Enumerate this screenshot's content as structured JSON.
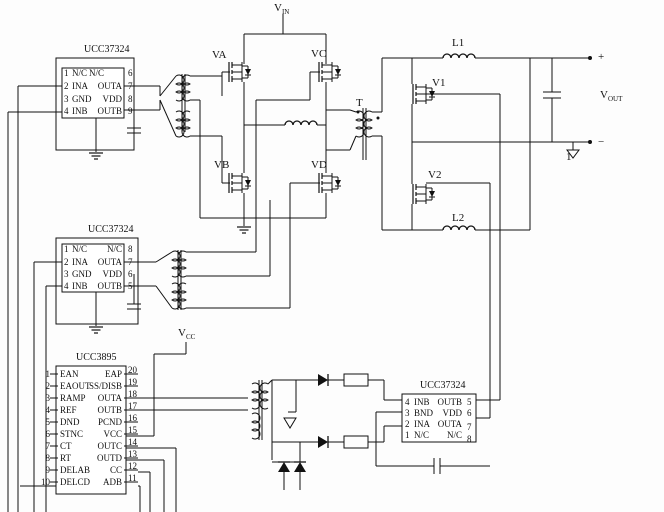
{
  "labels": {
    "vin_main": "V",
    "vin_sub": "IN",
    "vcc_main": "V",
    "vcc_sub": "CC",
    "vout_main": "V",
    "vout_sub": "OUT",
    "va": "VA",
    "vb": "VB",
    "vc": "VC",
    "vd": "VD",
    "v1": "V1",
    "v2": "V2",
    "l1": "L1",
    "l2": "L2",
    "t": "T",
    "plus": "+",
    "minus": "−",
    "ground_num": "1"
  },
  "drivers": [
    {
      "title": "UCC37324",
      "pins_left": [
        {
          "num": "1",
          "name": "N/C"
        },
        {
          "num": "2",
          "name": "INA"
        },
        {
          "num": "3",
          "name": "GND"
        },
        {
          "num": "4",
          "name": "INB"
        }
      ],
      "pins_right": [
        {
          "num": "6",
          "name": "N/C"
        },
        {
          "num": "7",
          "name": "OUTA"
        },
        {
          "num": "8",
          "name": "VDD"
        },
        {
          "num": "9",
          "name": "OUTB"
        }
      ]
    },
    {
      "title": "UCC37324",
      "pins_left": [
        {
          "num": "1",
          "name": "N/C"
        },
        {
          "num": "2",
          "name": "INA"
        },
        {
          "num": "3",
          "name": "GND"
        },
        {
          "num": "4",
          "name": "INB"
        }
      ],
      "pins_right": [
        {
          "num": "8",
          "name": "N/C"
        },
        {
          "num": "7",
          "name": "OUTA"
        },
        {
          "num": "6",
          "name": "VDD"
        },
        {
          "num": "5",
          "name": "OUTB"
        }
      ]
    },
    {
      "title": "UCC37324",
      "pins_left": [
        {
          "num": "4",
          "name": "INB"
        },
        {
          "num": "3",
          "name": "BND"
        },
        {
          "num": "2",
          "name": "INA"
        },
        {
          "num": "1",
          "name": "N/C"
        }
      ],
      "pins_right": [
        {
          "num": "5",
          "name": "OUTB"
        },
        {
          "num": "6",
          "name": "VDD"
        },
        {
          "num": "7",
          "name": "OUTA"
        },
        {
          "num": "8",
          "name": "N/C"
        }
      ]
    }
  ],
  "controller": {
    "title": "UCC3895",
    "pins_left": [
      {
        "num": "1",
        "name": "EAN"
      },
      {
        "num": "2",
        "name": "EAOUT"
      },
      {
        "num": "3",
        "name": "RAMP"
      },
      {
        "num": "4",
        "name": "REF"
      },
      {
        "num": "5",
        "name": "DND"
      },
      {
        "num": "6",
        "name": "STNC"
      },
      {
        "num": "7",
        "name": "CT"
      },
      {
        "num": "8",
        "name": "RT"
      },
      {
        "num": "9",
        "name": "DELAB"
      },
      {
        "num": "10",
        "name": "DELCD"
      }
    ],
    "pins_right": [
      {
        "num": "20",
        "name": "EAP"
      },
      {
        "num": "19",
        "name": "SS/DISB"
      },
      {
        "num": "18",
        "name": "OUTA"
      },
      {
        "num": "17",
        "name": "OUTB"
      },
      {
        "num": "16",
        "name": "PCND"
      },
      {
        "num": "15",
        "name": "VCC"
      },
      {
        "num": "14",
        "name": "OUTC"
      },
      {
        "num": "13",
        "name": "OUTD"
      },
      {
        "num": "12",
        "name": "CC"
      },
      {
        "num": "11",
        "name": "ADB"
      }
    ]
  }
}
